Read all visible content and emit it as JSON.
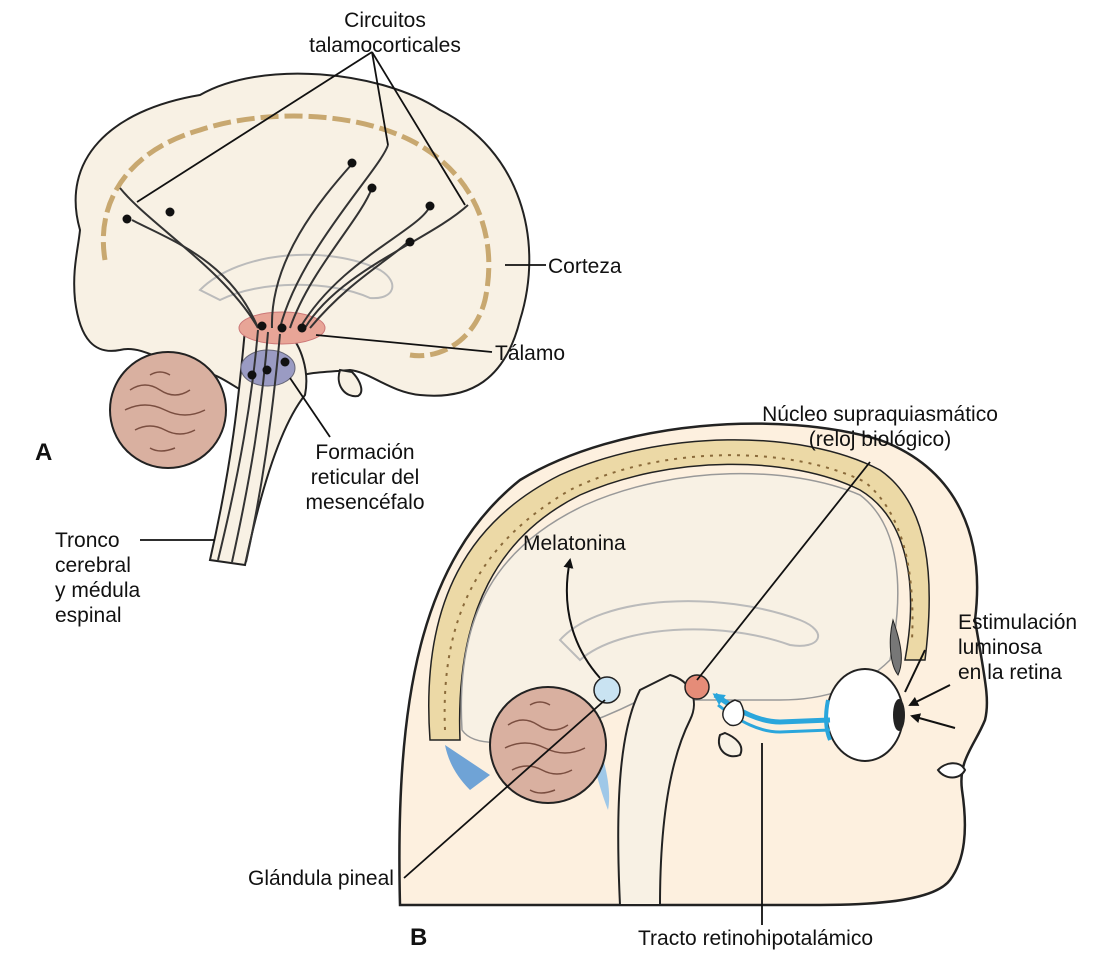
{
  "panel_a": {
    "letter": "A",
    "labels": {
      "circuitos": [
        "Circuitos",
        "talamocorticales"
      ],
      "corteza": "Corteza",
      "talamo": "Tálamo",
      "formacion": [
        "Formación",
        "reticular del",
        "mesencéfalo"
      ],
      "tronco": [
        "Tronco",
        "cerebral",
        "y médula",
        "espinal"
      ]
    }
  },
  "panel_b": {
    "letter": "B",
    "labels": {
      "nucleo": [
        "Núcleo supraquiasmático",
        "(reloj biológico)"
      ],
      "melatonina": "Melatonina",
      "estimulacion": [
        "Estimulación",
        "luminosa",
        "en la retina"
      ],
      "pineal": "Glándula pineal",
      "tracto": "Tracto retinohipotalámico"
    }
  },
  "colors": {
    "brain_fill": "#f8f1e4",
    "skull_band": "#ecd9a6",
    "thalamus": "#e8a597",
    "reticular": "#9a9bc3",
    "pineal": "#c9e3f2",
    "scn": "#e58c78",
    "tract": "#2aa6dc",
    "cerebellum": "#d9b0a0",
    "ventricle": "#6fa3d6"
  }
}
